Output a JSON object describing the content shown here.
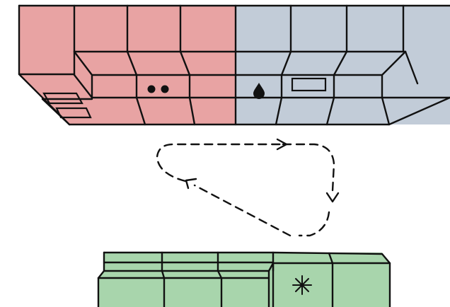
{
  "colors": {
    "cooking_zone": "#e8a3a3",
    "cleaning_zone": "#c2ccd8",
    "storage_zone": "#a8d5ac",
    "outline": "#111111",
    "background": "#ffffff"
  },
  "zones": [
    {
      "id": "cooking",
      "appliances": [
        "cooktop-icon",
        "oven-icon"
      ]
    },
    {
      "id": "cleaning",
      "appliances": [
        "water-drop-icon",
        "sink-icon"
      ]
    },
    {
      "id": "storage",
      "appliances": [
        "snowflake-icon"
      ]
    }
  ],
  "workflow": {
    "style": "dashed",
    "arrow_icons": [
      "arrow-right-icon",
      "arrow-down-icon",
      "arrow-up-left-icon"
    ]
  }
}
